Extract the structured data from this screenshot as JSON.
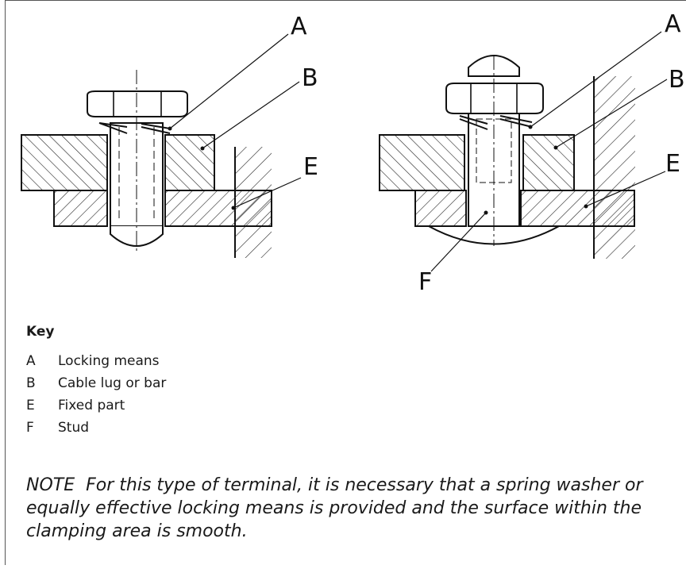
{
  "figure": {
    "callouts": {
      "left": {
        "a": "A",
        "b": "B",
        "e": "E"
      },
      "right": {
        "a": "A",
        "b": "B",
        "e": "E",
        "f": "F"
      }
    }
  },
  "key": {
    "title": "Key",
    "items": [
      {
        "letter": "A",
        "text": "Locking means"
      },
      {
        "letter": "B",
        "text": "Cable lug or bar"
      },
      {
        "letter": "E",
        "text": "Fixed part"
      },
      {
        "letter": "F",
        "text": "Stud"
      }
    ]
  },
  "note": {
    "label": "NOTE",
    "text": "For this type of terminal, it is necessary that a spring washer or equally effective locking means is provided and the surface within the clamping area is smooth."
  }
}
